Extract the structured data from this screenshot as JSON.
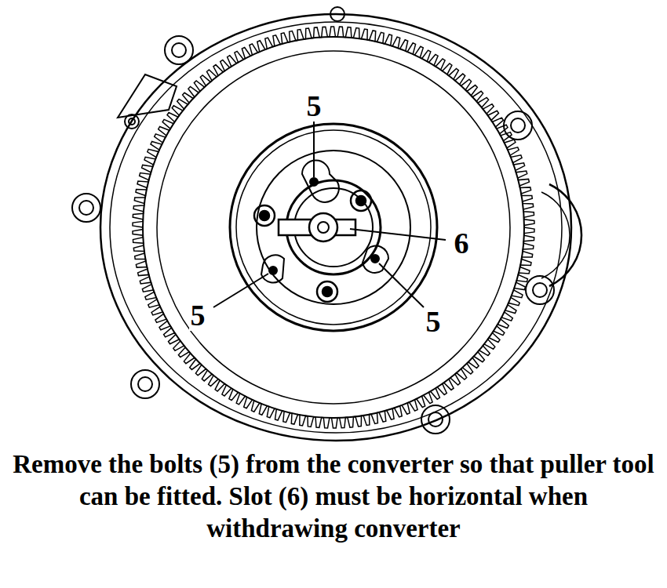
{
  "diagram": {
    "caption": "Remove the bolts (5) from the converter so that puller tool can be fitted. Slot (6) must be horizontal when withdrawing converter",
    "labels": [
      "5",
      "6",
      "5",
      "5"
    ]
  }
}
